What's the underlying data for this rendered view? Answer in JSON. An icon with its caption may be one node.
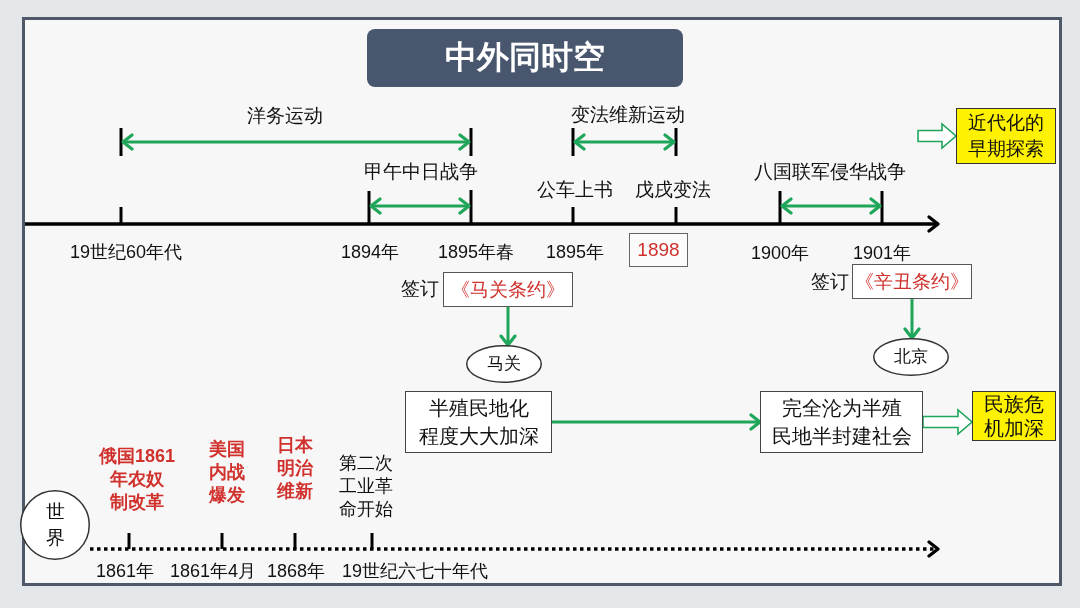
{
  "diagram": {
    "title": "中外同时空",
    "nodes": [
      {
        "text": [
          "近代化的早期探索"
        ]
      },
      {
        "text": [
          "1898"
        ]
      },
      {
        "text": [
          "《马关条约》"
        ],
        "beside": [
          "签订"
        ]
      },
      {
        "text": [
          "《辛丑条约》"
        ],
        "beside": [
          "签订"
        ]
      },
      {
        "text": [
          "马关"
        ]
      },
      {
        "text": [
          "北京"
        ]
      },
      {
        "text": [
          "半殖民地化程度大大加深"
        ]
      },
      {
        "text": [
          "完全沦为半殖民地半封建社会"
        ]
      },
      {
        "text": [
          "民族危机加深"
        ]
      },
      {
        "text": [
          "世界"
        ]
      }
    ],
    "edges": [
      {
        "from": null,
        "to": 0,
        "arrow": "to"
      },
      {
        "from": 2,
        "to": 4,
        "arrow": "to"
      },
      {
        "from": 3,
        "to": 5,
        "arrow": "to"
      },
      {
        "from": 6,
        "to": 7,
        "arrow": "to"
      },
      {
        "from": 7,
        "to": 8,
        "arrow": "to"
      }
    ],
    "labels": [
      "洋务运动",
      "变法维新运动",
      "甲午中日战争",
      "八国联军侵华战争",
      "公车上书",
      "戊戌变法",
      "19世纪60年代",
      "1894年",
      "1895年春",
      "1895年",
      "1900年",
      "1901年",
      "俄国1861年农奴制改革",
      "美国内战爆发",
      "日本明治维新",
      "第二次工业革命开始",
      "1861年",
      "1861年4月",
      "1868年",
      "19世纪六七十年代"
    ]
  }
}
